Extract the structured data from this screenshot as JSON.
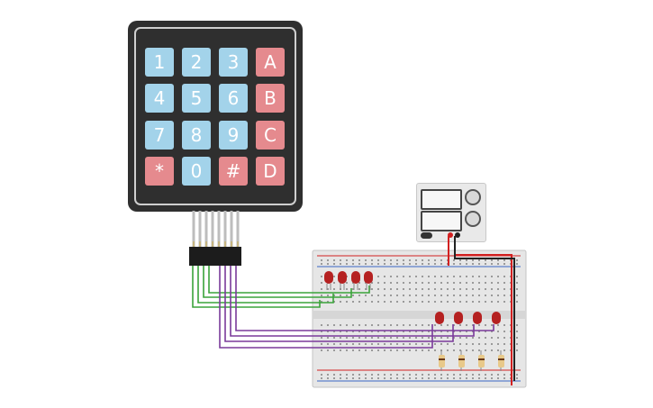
{
  "keypad": {
    "keys": [
      "1",
      "2",
      "3",
      "A",
      "4",
      "5",
      "6",
      "B",
      "7",
      "8",
      "9",
      "C",
      "*",
      "0",
      "#",
      "D"
    ]
  },
  "colors": {
    "number_key": "#a3d3ea",
    "function_key": "#e58a8e",
    "keypad_body": "#2f2f2f",
    "green_wire": "#3aa33a",
    "purple_wire": "#7a3a9a",
    "red_wire": "#d22020",
    "black_wire": "#222222",
    "led": "#b52121",
    "resistor": "#e8c98a",
    "breadboard": "#e6e6e6"
  },
  "components": {
    "leds": 8,
    "resistors": 4,
    "wires_green": 4,
    "wires_purple": 4
  }
}
